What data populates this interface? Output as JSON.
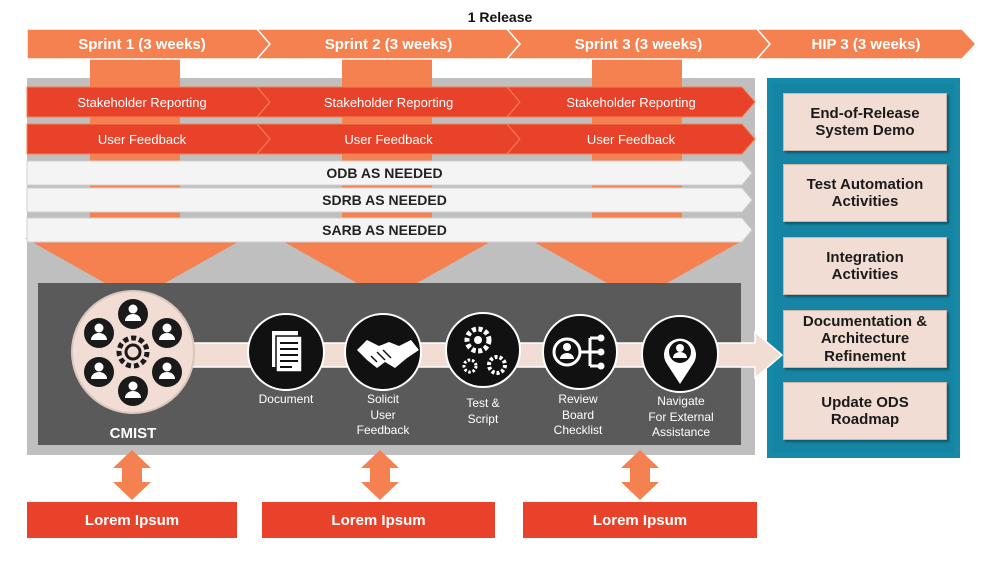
{
  "release": {
    "title": "1 Release"
  },
  "sprints": [
    {
      "label": "Sprint 1 (3 weeks)"
    },
    {
      "label": "Sprint 2 (3 weeks)"
    },
    {
      "label": "Sprint 3 (3 weeks)"
    },
    {
      "label": "HIP 3 (3 weeks)"
    }
  ],
  "bands": {
    "stakeholder": [
      "Stakeholder Reporting",
      "Stakeholder Reporting",
      "Stakeholder Reporting"
    ],
    "feedback": [
      "User Feedback",
      "User Feedback",
      "User Feedback"
    ]
  },
  "boards": [
    {
      "label": "ODB AS NEEDED"
    },
    {
      "label": "SDRB AS NEEDED"
    },
    {
      "label": "SARB AS NEEDED"
    }
  ],
  "process": {
    "hub": {
      "label": "CMIST",
      "icon": "people-circle-gear-icon"
    },
    "steps": [
      {
        "label": "Document",
        "icon": "document-icon"
      },
      {
        "label": "Solicit\nUser\nFeedback",
        "icon": "handshake-icon"
      },
      {
        "label": "Test &\nScript",
        "icon": "gears-icon"
      },
      {
        "label": "Review\nBoard\nChecklist",
        "icon": "review-board-icon"
      },
      {
        "label": "Navigate\nFor External\nAssistance",
        "icon": "location-pin-person-icon"
      }
    ]
  },
  "hip_activities": [
    {
      "label": "End-of-Release\nSystem Demo"
    },
    {
      "label": "Test Automation\nActivities"
    },
    {
      "label": "Integration\nActivities"
    },
    {
      "label": "Documentation &\nArchitecture\nRefinement"
    },
    {
      "label": "Update ODS\nRoadmap"
    }
  ],
  "outputs": [
    {
      "label": "Lorem Ipsum"
    },
    {
      "label": "Lorem Ipsum"
    },
    {
      "label": "Lorem Ipsum"
    }
  ],
  "colors": {
    "orange_dark": "#e8432a",
    "orange_light": "#f58151",
    "grey_panel": "#bfbfbf",
    "dark_panel": "#5a5a5a",
    "teal": "#1589a8",
    "beige": "#f1ddd3"
  }
}
